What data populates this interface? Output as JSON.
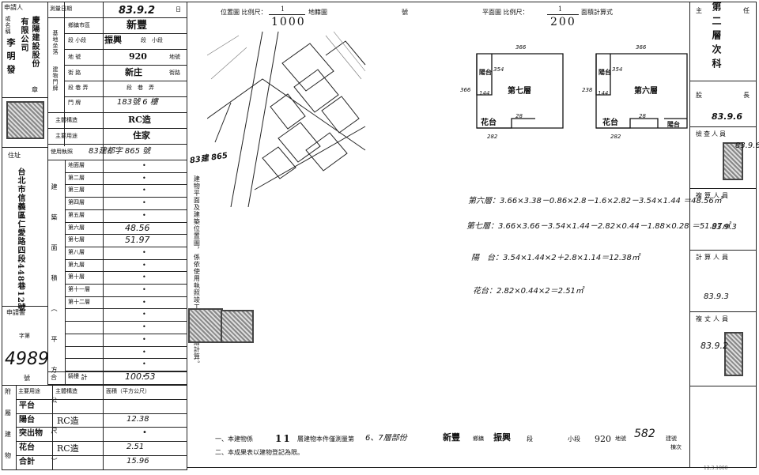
{
  "left_form": {
    "applicant_label": "申請人",
    "applicant_sub": [
      "姓名",
      "或名稱"
    ],
    "applicant_name": [
      "有限公司",
      "慶陽建設股份"
    ],
    "representative": "李明發",
    "stamp": "章",
    "address_label": "住址",
    "address": "台北市信義區仁愛路四段448巷12號",
    "app_no_label": "申請書",
    "app_no_prefix": "字第",
    "app_no": "4989",
    "app_no_suffix": "號",
    "rows": {
      "survey_date_label": "測量日期",
      "survey_date": "83.9.2",
      "survey_day": "日",
      "district_label": "鄉鎮市區",
      "district": "新豐",
      "site_label": "基地坐落",
      "section_label": "段 小段",
      "section": "振興",
      "section_suffix": "段　小段",
      "lot_label": "地 號",
      "lot": "920",
      "lot_suffix": "地號",
      "street_label": "街 路",
      "street": "新庄",
      "street_suffix": "街路",
      "door_label": "建物門牌",
      "lane_label": "段 巷 弄",
      "lane": "段　巷　弄",
      "number_label": "門 牌",
      "number": "183號 6 樓",
      "structure_label": "主體構造",
      "structure": "RC造",
      "use_label": "主要用途",
      "use": "住家",
      "permit_label": "使用執照",
      "permit": "83建都字 865 號"
    },
    "area_side": "建 築 面 積 （ 平 方 公 尺 ）",
    "floors": [
      {
        "label": "地面層",
        "value": "•"
      },
      {
        "label": "第二層",
        "value": "•"
      },
      {
        "label": "第三層",
        "value": "•"
      },
      {
        "label": "第四層",
        "value": "•"
      },
      {
        "label": "第五層",
        "value": "•"
      },
      {
        "label": "第六層",
        "value": "48.56"
      },
      {
        "label": "第七層",
        "value": "51.97"
      },
      {
        "label": "第八層",
        "value": "•"
      },
      {
        "label": "第九層",
        "value": "•"
      },
      {
        "label": "第十層",
        "value": "•"
      },
      {
        "label": "第十一層",
        "value": "•"
      },
      {
        "label": "第十二層",
        "value": "•"
      },
      {
        "label": "",
        "value": "•"
      },
      {
        "label": "",
        "value": "•"
      },
      {
        "label": "",
        "value": "•"
      },
      {
        "label": "",
        "value": "•"
      },
      {
        "label": "",
        "value": "•"
      },
      {
        "label": "騎樓",
        "value": "•"
      }
    ],
    "total_label": "合 計",
    "total": "100.53",
    "annex": {
      "side": [
        "附",
        "屬",
        "建",
        "物"
      ],
      "header": [
        "主要用途",
        "主體構造",
        "面積（平方公尺）"
      ],
      "rows": [
        {
          "use": "平台",
          "struct": "",
          "area": ""
        },
        {
          "use": "陽台",
          "struct": "RC造",
          "area": "12.38"
        },
        {
          "use": "突出物",
          "struct": "",
          "area": "•"
        },
        {
          "use": "花台",
          "struct": "RC造",
          "area": "2.51"
        },
        {
          "use": "合計",
          "struct": "",
          "area": "15.96"
        }
      ]
    }
  },
  "middle": {
    "location_title": "位置圖 比例尺：",
    "location_scale_num": "1",
    "location_scale_den": "1000",
    "location_suffix": "地籍圖",
    "location_no": "號",
    "permit_stamp": "83建 865",
    "note": "建物平面及建築位置圖，係依使用執照竣工平面圖轉繪計算。"
  },
  "plan": {
    "title": "平面圖 比例尺：",
    "scale_num": "1",
    "scale_den": "200",
    "suffix": "面積計算式",
    "floor7_label": "第七層",
    "floor6_label": "第六層",
    "balcony": "陽台",
    "flower": "花台",
    "dims": {
      "w": "366",
      "h": "238",
      "d1": "354",
      "d2": "144",
      "d3": "28",
      "d4": "282"
    },
    "formulas": [
      "第六層：3.66×3.38－0.86×2.8－1.6×2.82－3.54×1.44 ＝48.56㎡",
      "第七層：3.66×3.66－3.54×1.44－2.82×0.44－1.88×0.28 ＝51.97㎡",
      "陽　台：3.54×1.44×2＋2.8×1.14＝12.38㎡",
      "花台：2.82×0.44×2＝2.51㎡"
    ]
  },
  "bottom": {
    "line1_pre": "一、本建物係",
    "line1_floors": "11",
    "line1_mid": "層建物本件僅測量第",
    "line1_level": "6、7層部份",
    "line1_district": "新豐",
    "line1_town": "鄉鎮",
    "line1_section": "振興",
    "line1_seg": "段",
    "line1_subseg": "小段",
    "line1_lot": "920",
    "line1_lot_label": "地號",
    "line1_bldg": "582",
    "line1_bldg_label": "建號",
    "line1_page": "棟次",
    "line2": "二、本成果表以建物登記為限。",
    "footnote": "12.3.1000"
  },
  "right_col": {
    "chief": "主",
    "chief2": "任",
    "title_vert": "第二層次科",
    "head_label": "股",
    "head_label2": "長",
    "date1": "83.9.6",
    "inspector_label": "檢查人員",
    "date2": "83.9.6",
    "reviewer_label": "複算人員",
    "date3": "83.9.3",
    "calc_label": "計算人員",
    "date4": "83.9.3",
    "survey_label": "複丈人員",
    "date5": "83.9.2"
  }
}
